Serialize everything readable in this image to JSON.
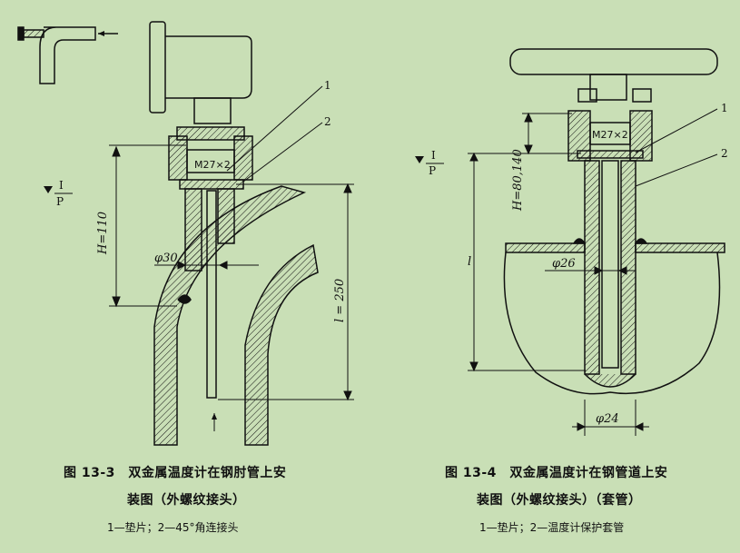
{
  "figures": [
    {
      "title_line1": "图 13-3　双金属温度计在钢肘管上安",
      "title_line2": "装图（外螺纹接头）",
      "legend": "1—垫片；2—45°角连接头",
      "labels": {
        "thread": "M27×2",
        "dim_h": "H=110",
        "dim_l": "l = 250",
        "dia": "φ30",
        "callout_1": "1",
        "callout_2": "2",
        "ip_top": "I",
        "ip_bottom": "P"
      }
    },
    {
      "title_line1": "图 13-4　双金属温度计在钢管道上安",
      "title_line2": "装图（外螺纹接头）（套管）",
      "legend": "1—垫片；2—温度计保护套管",
      "labels": {
        "thread": "M27×2",
        "dim_h": "H=80,140",
        "dim_l": "l",
        "dia_top": "φ26",
        "dia_bottom": "φ24",
        "callout_1": "1",
        "callout_2": "2",
        "ip_top": "I",
        "ip_bottom": "P"
      }
    }
  ],
  "colors": {
    "background": "#c9dfb6",
    "ink": "#111111"
  }
}
